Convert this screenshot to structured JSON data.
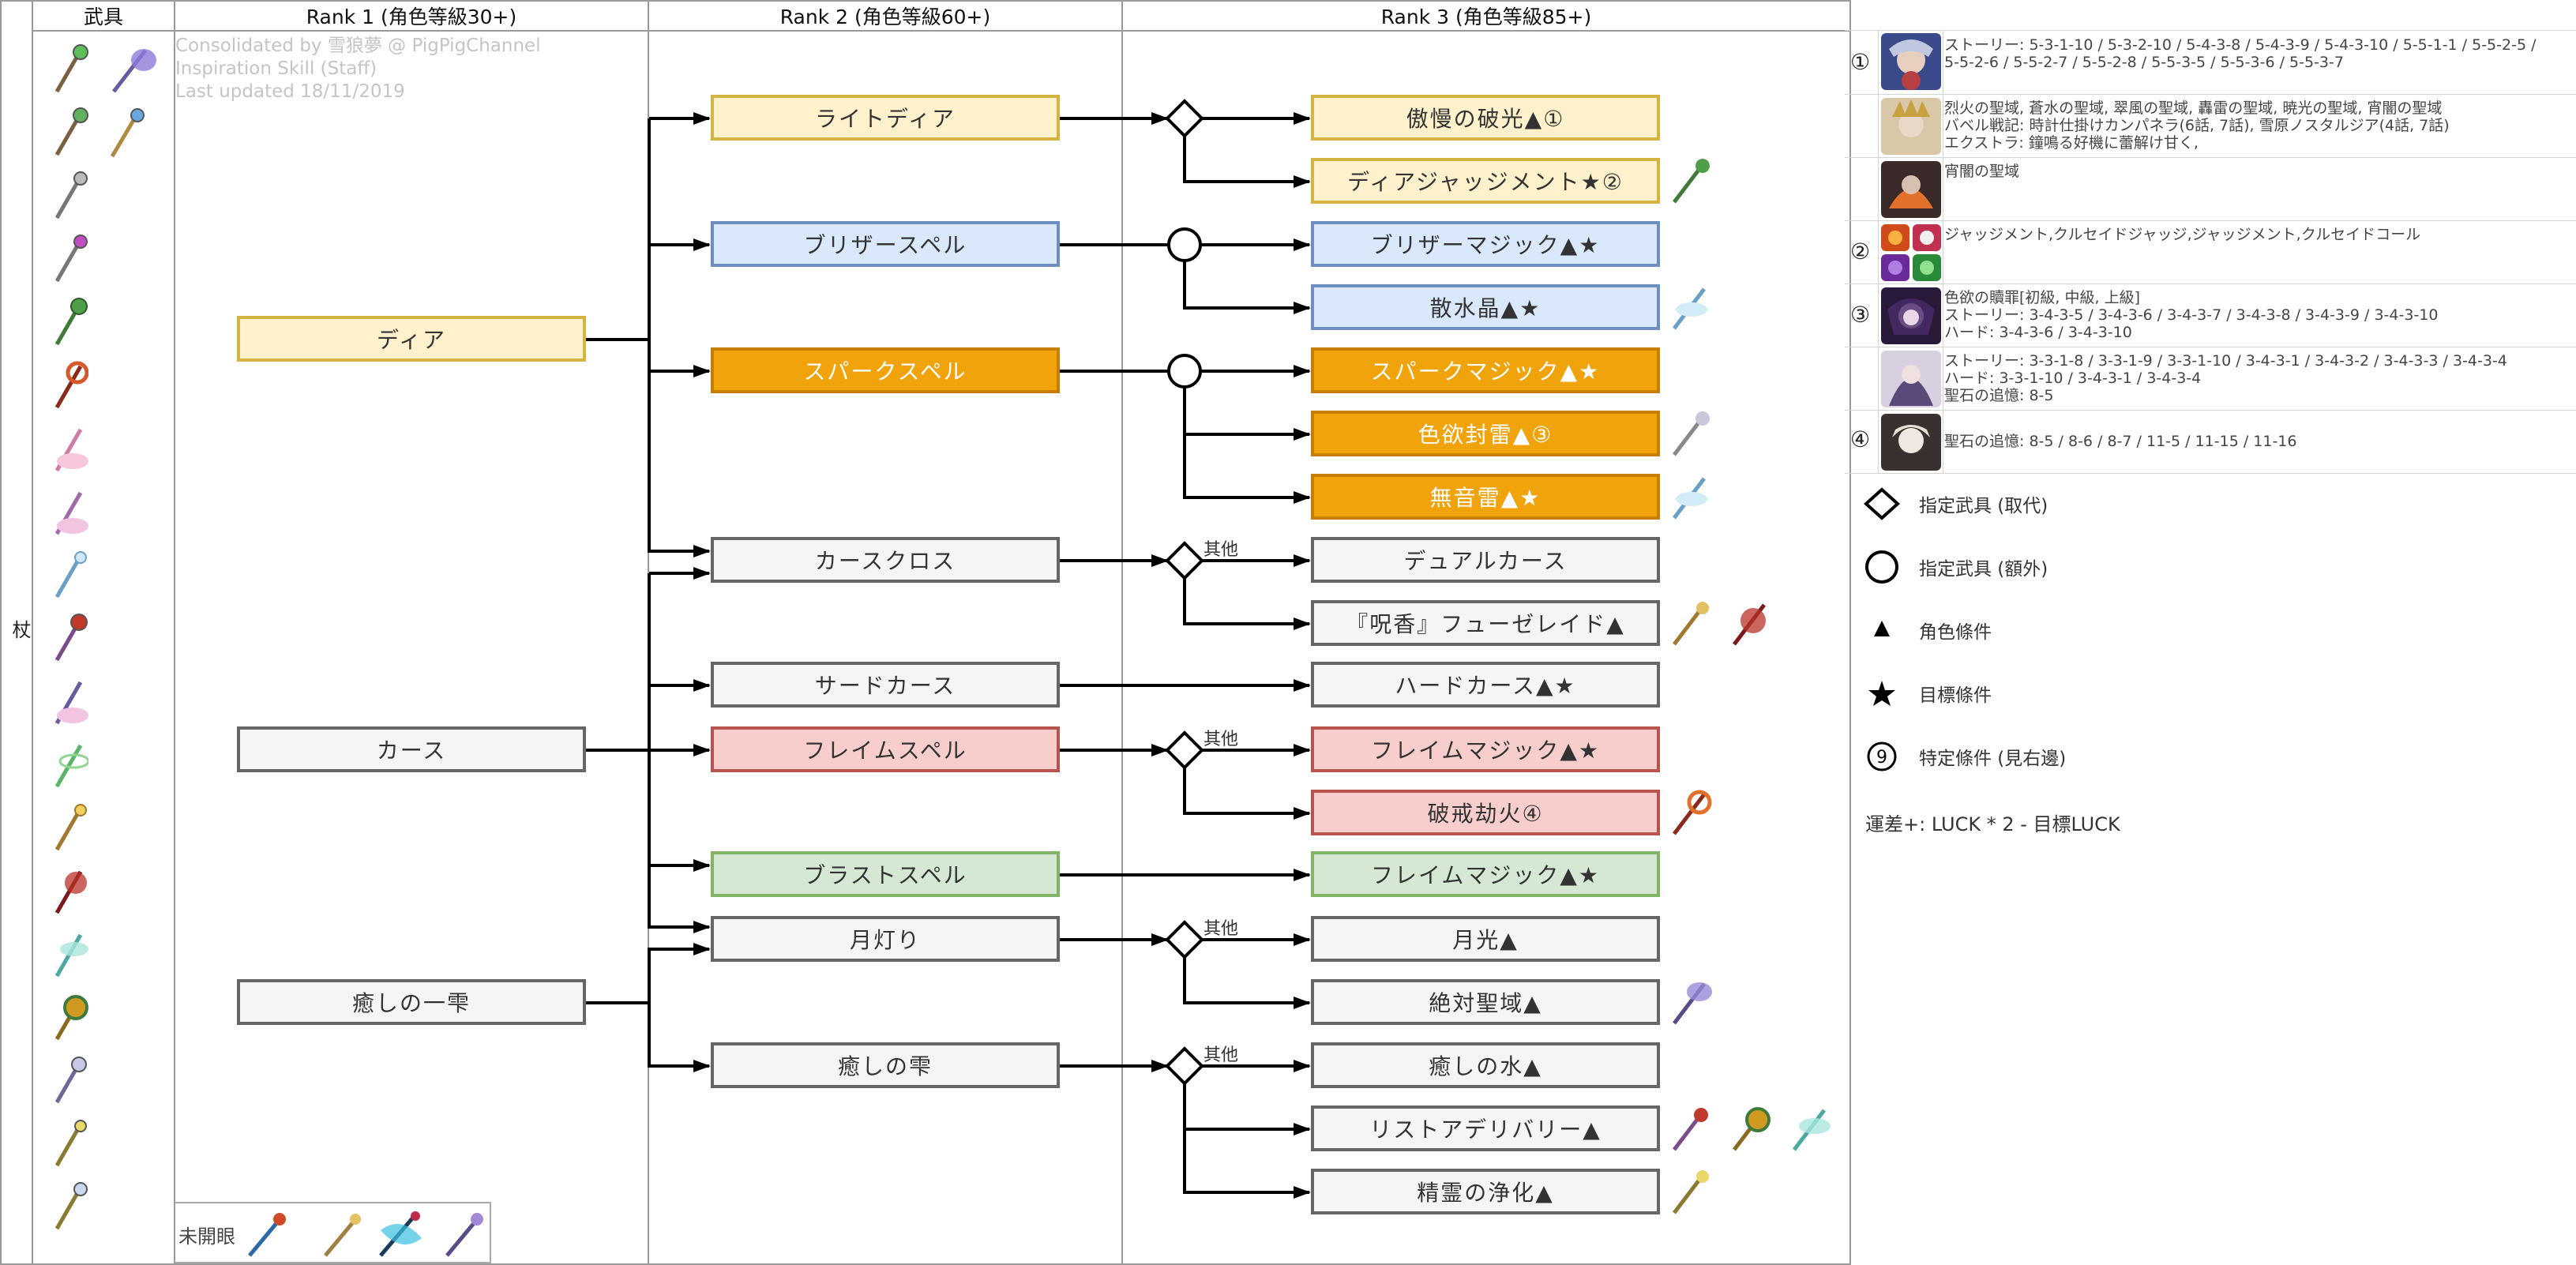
{
  "headers": {
    "weapon": "武具",
    "rank1": "Rank 1 (角色等級30+)",
    "rank2": "Rank 2 (角色等級60+)",
    "rank3": "Rank 3 (角色等級85+)"
  },
  "side_label": "杖",
  "credit": {
    "line1": "Consolidated by 雪狼夢 @ PigPigChannel",
    "line2": "Inspiration Skill (Staff)",
    "line3": "Last updated 18/11/2019"
  },
  "unopened_label": "未開眼",
  "other_label": "其他",
  "rank1": [
    "ディア",
    "カース",
    "癒しの一雫"
  ],
  "rank2": [
    "ライトディア",
    "ブリザースペル",
    "スパークスペル",
    "カースクロス",
    "サードカース",
    "フレイムスペル",
    "ブラストスペル",
    "月灯り",
    "癒しの雫"
  ],
  "rank3": [
    "傲慢の破光▲①",
    "ディアジャッジメント★②",
    "ブリザーマジック▲★",
    "散水晶▲★",
    "スパークマジック▲★",
    "色欲封雷▲③",
    "無音雷▲★",
    "デュアルカース",
    "『呪香』フューゼレイド▲",
    "ハードカース▲★",
    "フレイムマジック▲★",
    "破戒劫火④",
    "フレイムマジック▲★",
    "月光▲",
    "絶対聖域▲",
    "癒しの水▲",
    "リストアデリバリー▲",
    "精霊の浄化▲"
  ],
  "ref_rows": [
    {
      "num": "①",
      "lines": [
        "ストーリー: 5-3-1-10 / 5-3-2-10 / 5-4-3-8 / 5-4-3-9 / 5-4-3-10 / 5-5-1-1 / 5-5-2-5 /",
        "5-5-2-6 / 5-5-2-7 / 5-5-2-8 / 5-5-3-5 / 5-5-3-6 / 5-5-3-7"
      ]
    },
    {
      "num": "",
      "lines": [
        "烈火の聖域, 蒼水の聖域, 翠風の聖域, 轟雷の聖域, 暁光の聖域, 宵闇の聖域",
        "バベル戦記: 時計仕掛けカンパネラ(6話, 7話), 雪原ノスタルジア(4話, 7話)",
        "エクストラ: 鐘鳴る好機に蕾解け甘く,"
      ]
    },
    {
      "num": "",
      "lines": [
        "宵闇の聖域"
      ]
    },
    {
      "num": "②",
      "lines": [
        "ジャッジメント,クルセイドジャッジ,ジャッジメント,クルセイドコール"
      ]
    },
    {
      "num": "③",
      "lines": [
        "色欲の贖罪[初級, 中級, 上級]",
        "ストーリー: 3-4-3-5 / 3-4-3-6 / 3-4-3-7 / 3-4-3-8 / 3-4-3-9 / 3-4-3-10",
        "ハード: 3-4-3-6 / 3-4-3-10"
      ]
    },
    {
      "num": "",
      "lines": [
        "ストーリー: 3-3-1-8 / 3-3-1-9 / 3-3-1-10 / 3-4-3-1 / 3-4-3-2 / 3-4-3-3 / 3-4-3-4",
        "ハード: 3-3-1-10 / 3-4-3-1 / 3-4-3-4",
        "聖石の追憶: 8-5"
      ]
    },
    {
      "num": "④",
      "lines": [
        "聖石の追憶: 8-5 / 8-6 / 8-7 / 11-5 / 11-15 / 11-16"
      ]
    }
  ],
  "legend": [
    {
      "icon": "diamond",
      "label": "指定武具 (取代)"
    },
    {
      "icon": "circle",
      "label": "指定武具 (額外)"
    },
    {
      "icon": "triangle",
      "label": "角色條件"
    },
    {
      "icon": "star",
      "label": "目標條件"
    },
    {
      "icon": "circled-9",
      "label": "特定條件 (見右邊)"
    }
  ],
  "formula": "運差+: LUCK * 2 - 目標LUCK",
  "colors": {
    "yellow": "#fff1cc",
    "blue": "#d9e8fa",
    "orange": "#f0a30a",
    "gray": "#f5f5f5",
    "red": "#f8cecc",
    "green": "#d5e8d4"
  }
}
